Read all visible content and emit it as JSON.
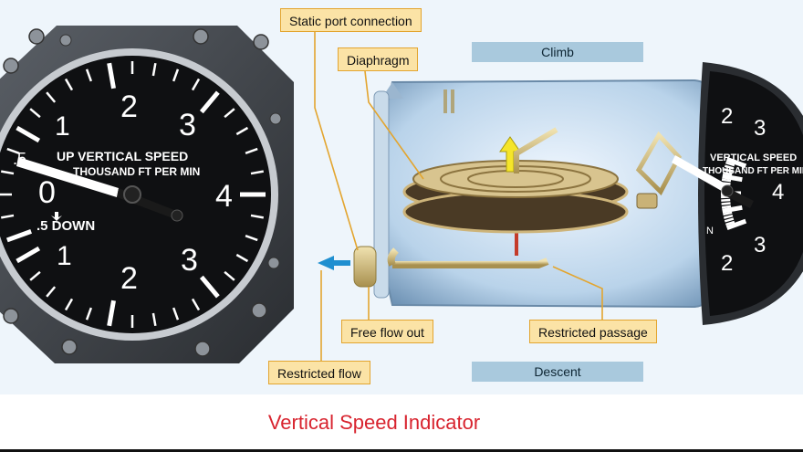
{
  "gauge_left": {
    "ticks_major": [
      "0",
      "1",
      "2",
      "3",
      "4",
      "3",
      "2",
      "1"
    ],
    "half_up": ".5",
    "label_line1": "UP VERTICAL SPEED",
    "label_line2": "THOUSAND FT PER MIN",
    "label_down": ".5 DOWN"
  },
  "gauge_right": {
    "numbers": [
      "2",
      "3",
      "4",
      "3",
      "2"
    ],
    "label_line1": "VERTICAL SPEED",
    "label_line2": "THOUSAND FT PER MIN",
    "label_n": "N"
  },
  "bands": {
    "climb": "Climb",
    "descent": "Descent"
  },
  "callouts": {
    "static_port": "Static port connection",
    "diaphragm": "Diaphragm",
    "free_flow_out": "Free flow out",
    "restricted_passage": "Restricted passage",
    "restricted_flow": "Restricted flow"
  },
  "caption": "Vertical Speed Indicator",
  "colors": {
    "callout_fill": "#fbe3a6",
    "callout_border": "#e3a52f",
    "caption": "#d8242f",
    "band": "#a9c9dd"
  }
}
